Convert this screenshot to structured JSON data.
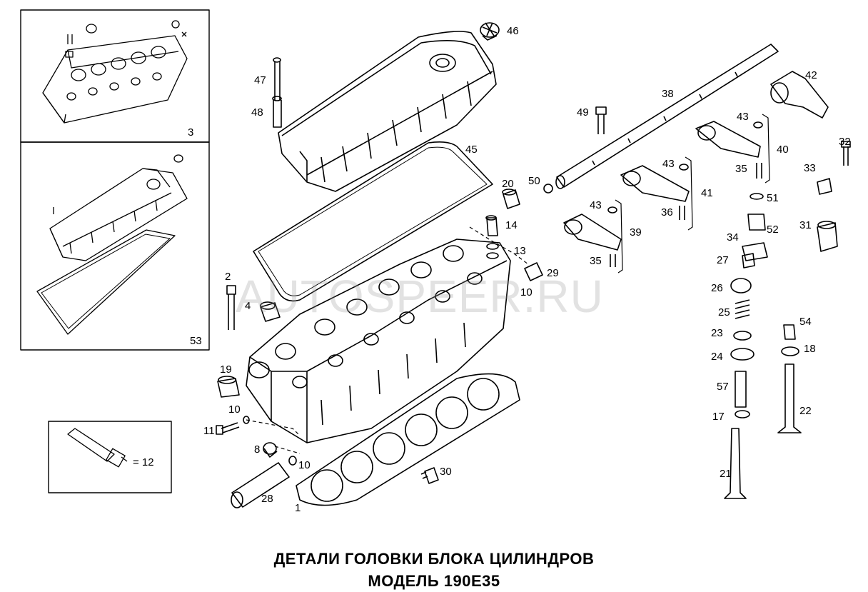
{
  "diagram": {
    "title_line1": "ДЕТАЛИ ГОЛОВКИ БЛОКА ЦИЛИНДРОВ",
    "title_line2": "МОДЕЛЬ 190E35",
    "watermark": "AUTOSPEER.RU",
    "insets": {
      "head_assembly": "3",
      "cover_gasket_kit": "53",
      "sealant_tube": "= 12"
    },
    "callouts": [
      {
        "id": "c46",
        "text": "46"
      },
      {
        "id": "c47",
        "text": "47"
      },
      {
        "id": "c48",
        "text": "48"
      },
      {
        "id": "c45",
        "text": "45"
      },
      {
        "id": "c38",
        "text": "38"
      },
      {
        "id": "c42",
        "text": "42"
      },
      {
        "id": "c49",
        "text": "49"
      },
      {
        "id": "c43a",
        "text": "43"
      },
      {
        "id": "c40",
        "text": "40"
      },
      {
        "id": "c32",
        "text": "32"
      },
      {
        "id": "c43b",
        "text": "43"
      },
      {
        "id": "c35a",
        "text": "35"
      },
      {
        "id": "c33",
        "text": "33"
      },
      {
        "id": "c50",
        "text": "50"
      },
      {
        "id": "c41",
        "text": "41"
      },
      {
        "id": "c51",
        "text": "51"
      },
      {
        "id": "c20",
        "text": "20"
      },
      {
        "id": "c43c",
        "text": "43"
      },
      {
        "id": "c36",
        "text": "36"
      },
      {
        "id": "c52",
        "text": "52"
      },
      {
        "id": "c31",
        "text": "31"
      },
      {
        "id": "c14",
        "text": "14"
      },
      {
        "id": "c39",
        "text": "39"
      },
      {
        "id": "c34",
        "text": "34"
      },
      {
        "id": "c13",
        "text": "13"
      },
      {
        "id": "c27",
        "text": "27"
      },
      {
        "id": "c35b",
        "text": "35"
      },
      {
        "id": "c29",
        "text": "29"
      },
      {
        "id": "c2",
        "text": "2"
      },
      {
        "id": "c10a",
        "text": "10"
      },
      {
        "id": "c26",
        "text": "26"
      },
      {
        "id": "c4",
        "text": "4"
      },
      {
        "id": "c25",
        "text": "25"
      },
      {
        "id": "c54",
        "text": "54"
      },
      {
        "id": "c23",
        "text": "23"
      },
      {
        "id": "c18",
        "text": "18"
      },
      {
        "id": "c24",
        "text": "24"
      },
      {
        "id": "c19",
        "text": "19"
      },
      {
        "id": "c57",
        "text": "57"
      },
      {
        "id": "c10b",
        "text": "10"
      },
      {
        "id": "c22",
        "text": "22"
      },
      {
        "id": "c11",
        "text": "11"
      },
      {
        "id": "c17",
        "text": "17"
      },
      {
        "id": "c8",
        "text": "8"
      },
      {
        "id": "c10c",
        "text": "10"
      },
      {
        "id": "c30",
        "text": "30"
      },
      {
        "id": "c21",
        "text": "21"
      },
      {
        "id": "c28",
        "text": "28"
      },
      {
        "id": "c1",
        "text": "1"
      }
    ]
  }
}
